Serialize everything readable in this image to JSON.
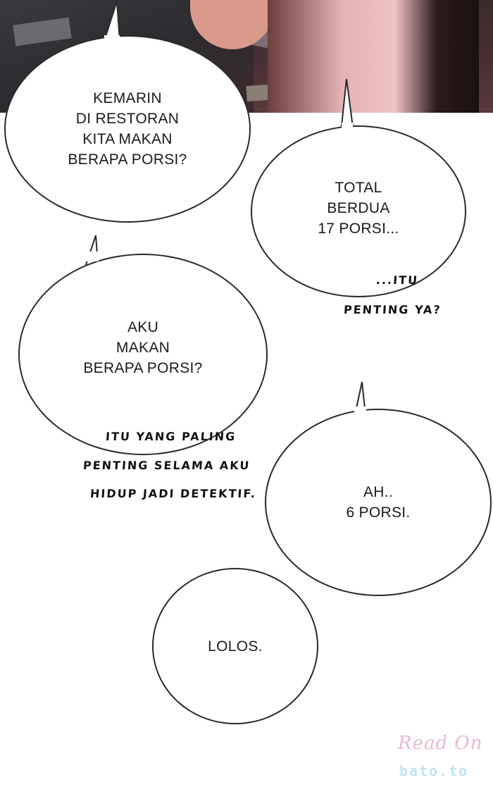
{
  "bubbles": {
    "b1": "KEMARIN\nDI RESTORAN\nKITA MAKAN\nBERAPA PORSI?",
    "b2": "TOTAL\nBERDUA\n17 PORSI...",
    "b3": "AKU\nMAKAN\nBERAPA PORSI?",
    "b4": "AH..\n6 PORSI.",
    "b5": "LOLOS."
  },
  "handwritten": {
    "h1_line1": "...ITU",
    "h1_line2": "PENTING YA?",
    "h2_line1": "ITU YANG PALING",
    "h2_line2": "PENTING SELAMA AKU",
    "h2_line3": "HIDUP JADI DETEKTIF."
  },
  "watermark": {
    "script": "Read On",
    "site": "bato.to"
  }
}
